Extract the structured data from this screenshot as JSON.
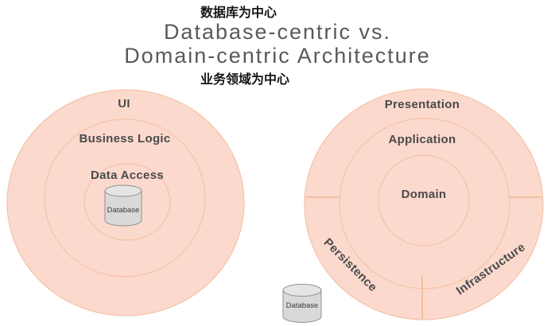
{
  "header": {
    "database_centric_label_zh": "数据库为中心",
    "title_line1": "Database-centric vs.",
    "title_line2": "Domain-centric Architecture",
    "domain_centric_label_zh": "业务领域为中心"
  },
  "database_centric_diagram": {
    "outer_ring": "UI",
    "middle_ring": "Business Logic",
    "inner_ring": "Data Access",
    "database_label": "Database"
  },
  "domain_centric_diagram": {
    "outer_ring_top": "Presentation",
    "middle_ring": "Application",
    "inner_circle": "Domain",
    "outer_ring_bottom_left": "Persistence",
    "outer_ring_bottom_right": "Infrastructure",
    "database_label": "Database"
  },
  "colors": {
    "ring_fill": "#fbd9cd",
    "ring_stroke": "#f6c2a6",
    "divider_stroke": "#eeb495",
    "cylinder_fill": "#d9d9d9",
    "cylinder_top_fill": "#e5e5e5",
    "cylinder_stroke": "#8f8f8f",
    "title_color": "#57595c",
    "label_color": "#4a4a4b",
    "zh_label_color": "#151515"
  }
}
